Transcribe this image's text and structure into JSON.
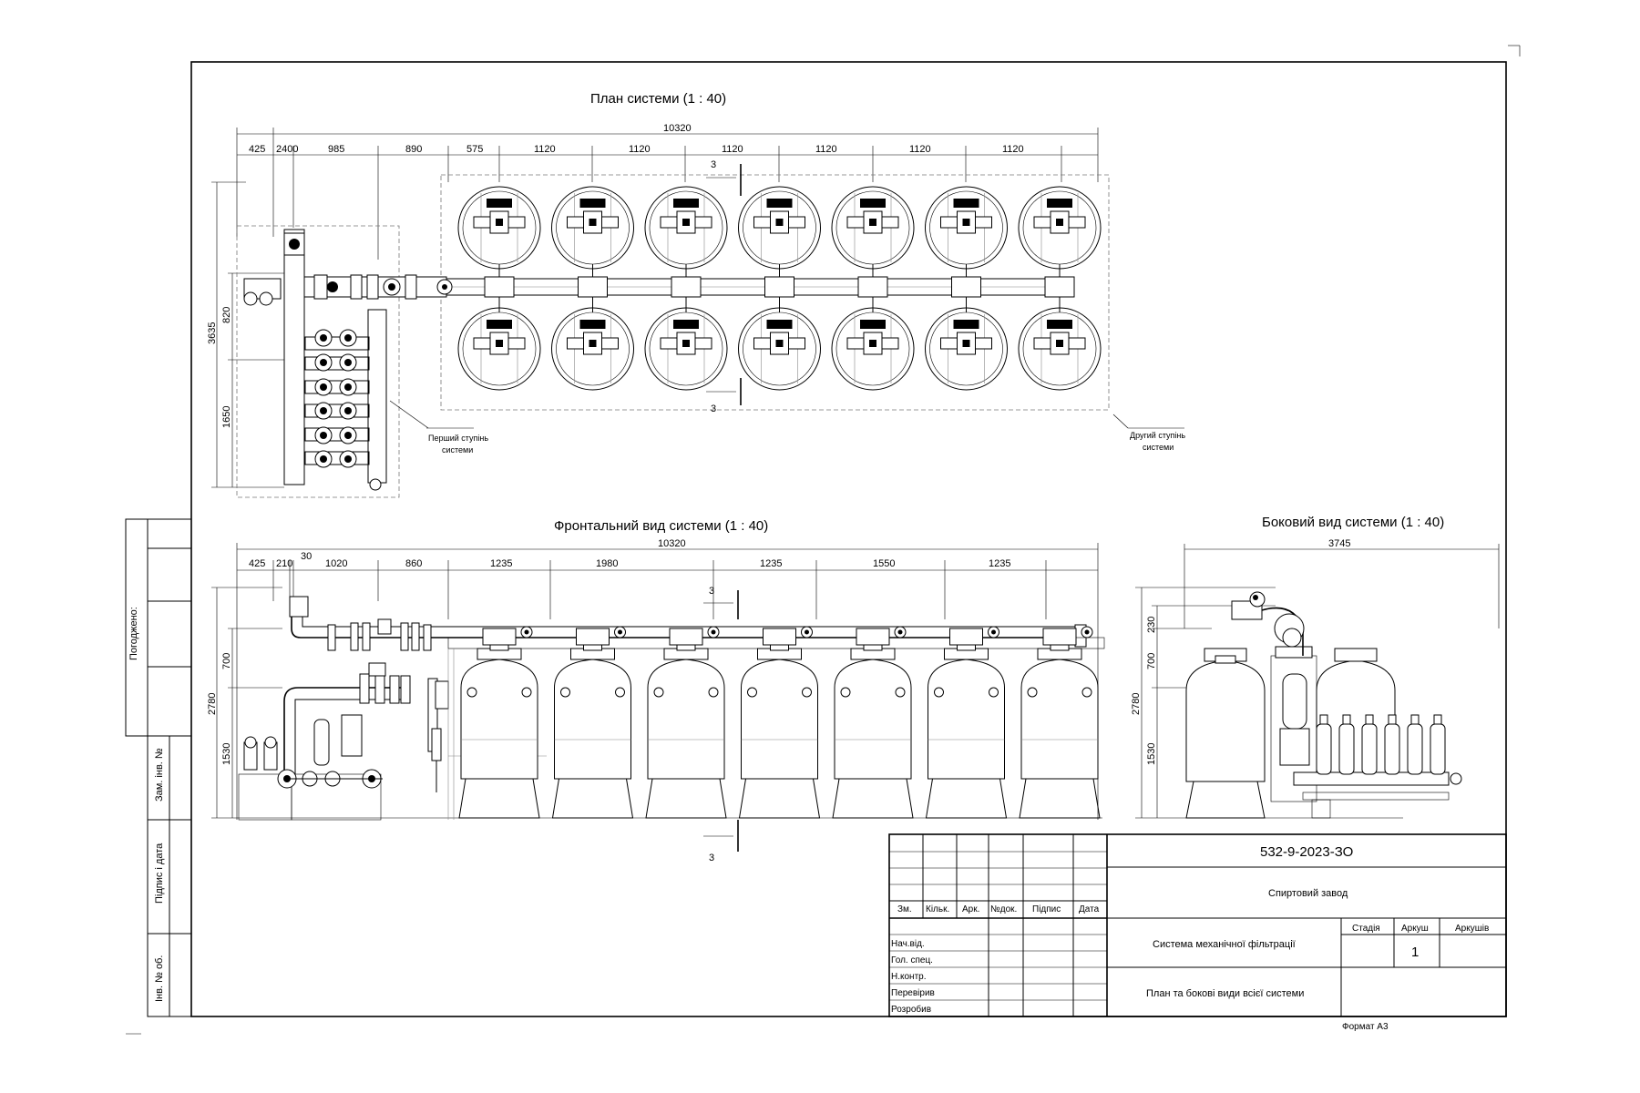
{
  "plan": {
    "title": "План системи (1 : 40)",
    "total_dim": "10320",
    "dims_top": [
      "425",
      "2400",
      "985",
      "890",
      "575",
      "1120",
      "1120",
      "1120",
      "1120",
      "1120",
      "1120"
    ],
    "dims_left": [
      "3635",
      "820",
      "1650"
    ],
    "section_label": "3",
    "label_stage1_l1": "Перший ступінь",
    "label_stage1_l2": "системи",
    "label_stage2_l1": "Другий ступінь",
    "label_stage2_l2": "системи"
  },
  "front": {
    "title": "Фронтальний вид системи (1 : 40)",
    "total_dim": "10320",
    "dims_top": [
      "425",
      "210",
      "30",
      "1020",
      "860",
      "1235",
      "1980",
      "1235",
      "1550",
      "1235"
    ],
    "dims_left": [
      "2780",
      "700",
      "1530"
    ],
    "section_label": "3"
  },
  "side": {
    "title": "Боковий вид системи (1 : 40)",
    "total_dim": "3745",
    "dims_left": [
      "2780",
      "230",
      "700",
      "1530"
    ]
  },
  "left_strip": {
    "pogodzheno": "Погоджено:",
    "zam_inv": "Зам. інв. №",
    "pidpys_data": "Підпис і дата",
    "inv_orig": "Інв. № об."
  },
  "title_block": {
    "doc_code": "532-9-2023-ЗО",
    "object": "Спиртовий завод",
    "system_name": "Система механічної фільтрації",
    "sheet_name": "План та бокові види всієї системи",
    "col_headers": [
      "Зм.",
      "Кільк.",
      "Арк.",
      "№док.",
      "Підпис",
      "Дата"
    ],
    "role_rows": [
      "Нач.від.",
      "Гол. спец.",
      "Н.контр.",
      "Перевірив",
      "Розробив"
    ],
    "stage_label": "Стадія",
    "sheet_label": "Аркуш",
    "sheets_label": "Аркушів",
    "sheet_number": "1",
    "format": "Формат А3"
  }
}
